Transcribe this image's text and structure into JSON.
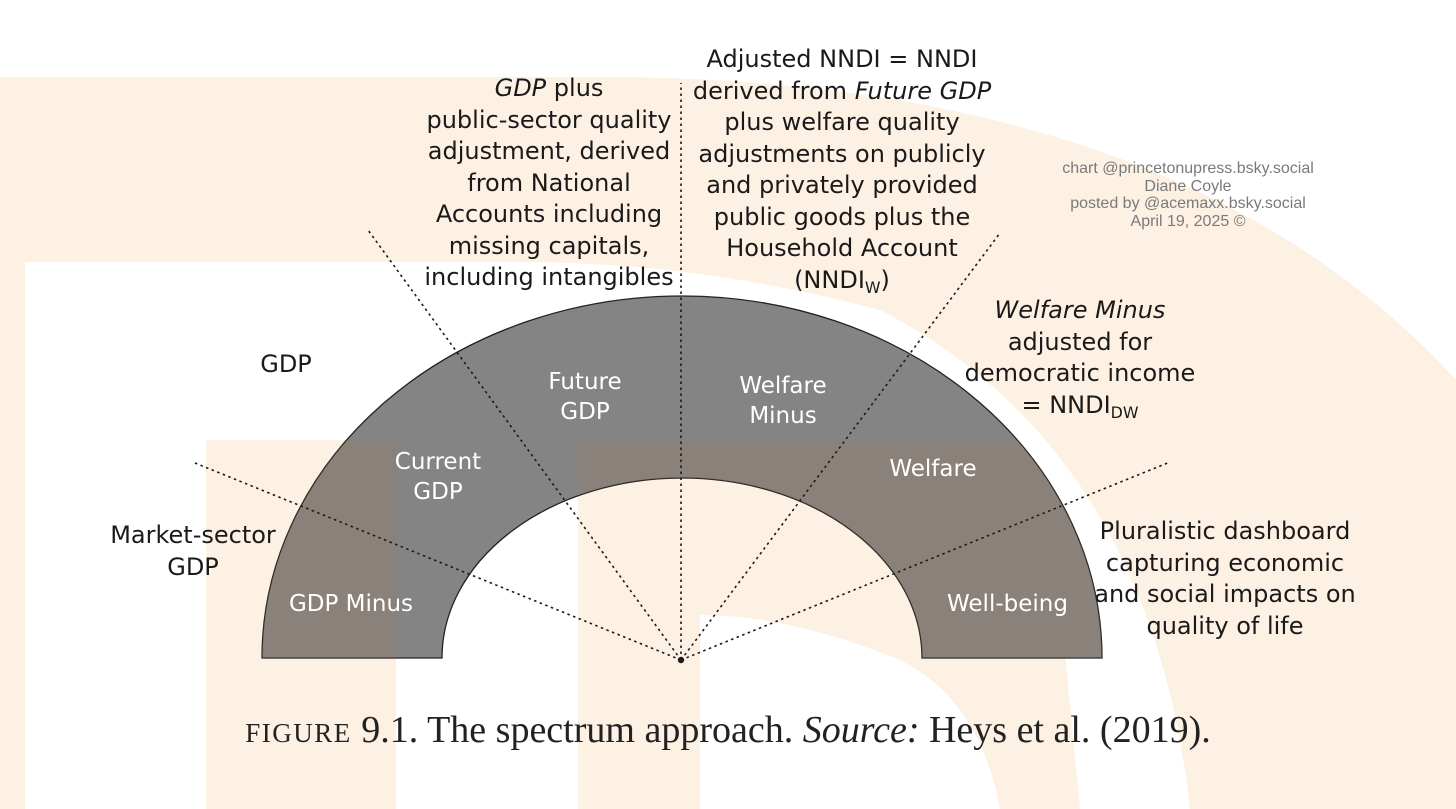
{
  "background": {
    "page": "#ffffff",
    "watermark_tint": "#fdf1e4"
  },
  "colors": {
    "arch_fill": "#808080",
    "overlay_fill": "#7e7368",
    "segment_text": "#ffffff",
    "label_text": "#1a1a1a",
    "credit_text": "#7a7a7a",
    "dotted_line": "#1a1a1a"
  },
  "segments": {
    "gdp_minus": "GDP Minus",
    "current_gdp": [
      "Current",
      "GDP"
    ],
    "future_gdp": [
      "Future",
      "GDP"
    ],
    "welfare_minus": [
      "Welfare",
      "Minus"
    ],
    "welfare": "Welfare",
    "well_being": "Well-being"
  },
  "outer_labels": {
    "market_sector_gdp": [
      "Market-sector",
      "GDP"
    ],
    "gdp": "GDP",
    "gdp_plus": {
      "line1_italic": "GDP",
      "line1_rest": " plus",
      "lines": [
        "public-sector quality",
        "adjustment, derived",
        "from National",
        "Accounts including",
        "missing capitals,",
        "including intangibles"
      ]
    },
    "adjusted_nndi": {
      "line1": "Adjusted NNDI = NNDI",
      "line2_prefix": "derived from ",
      "line2_italic": "Future GDP",
      "lines": [
        "plus welfare quality",
        "adjustments on publicly",
        "and privately provided",
        "public goods plus the",
        "Household Account"
      ],
      "last_prefix": "(NNDI",
      "last_sub": "W",
      "last_suffix": ")"
    },
    "welfare_minus_adj": {
      "line1_italic": "Welfare Minus",
      "lines": [
        "adjusted for",
        "democratic income"
      ],
      "last_prefix": "= NNDI",
      "last_sub": "DW"
    },
    "pluralistic": [
      "Pluralistic dashboard",
      "capturing economic",
      "and social impacts on",
      "quality of life"
    ]
  },
  "credit": [
    "chart @princetonupress.bsky.social",
    "Diane Coyle",
    "posted by @acemaxx.bsky.social",
    "April 19, 2025 ©"
  ],
  "caption": {
    "figure": "FIGURE",
    "number": " 9.1.",
    "text": " The spectrum approach. ",
    "source_label": "Source:",
    "source_text": " Heys et al. (2019)."
  }
}
